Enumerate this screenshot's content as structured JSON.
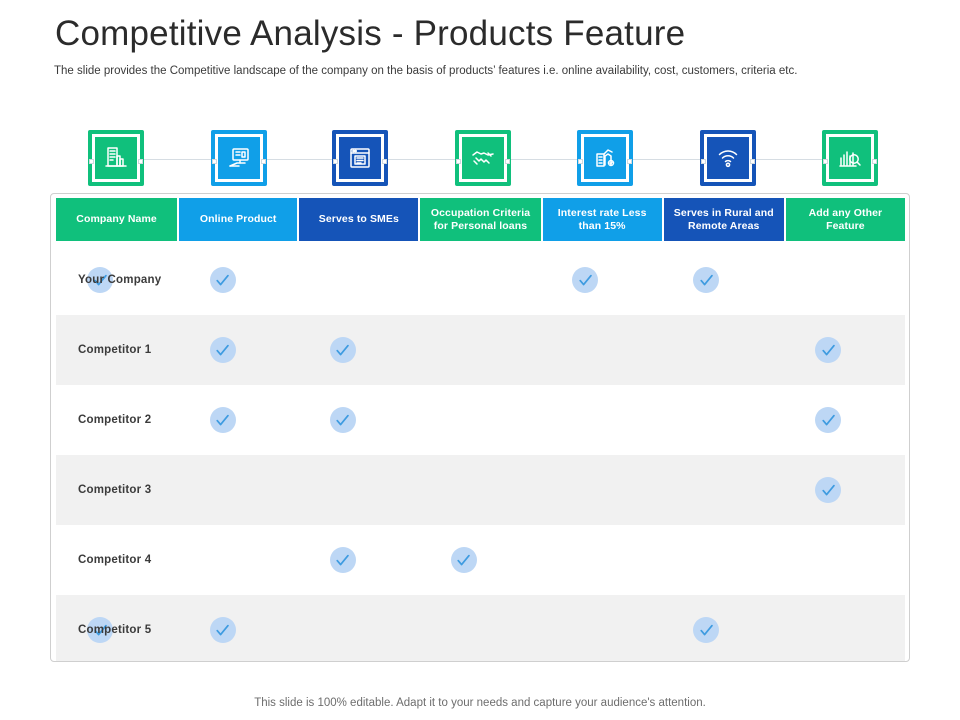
{
  "slide": {
    "title": "Competitive Analysis - Products Feature",
    "subtitle": "The slide provides the Competitive landscape of the company on the basis of products’ features i.e. online availability, cost, customers, criteria etc.",
    "footer": "This slide is 100% editable. Adapt it to your needs and capture your audience's attention."
  },
  "colors": {
    "green": "#10C07C",
    "light_blue": "#109FE8",
    "dark_blue": "#1554B8",
    "check_bg": "#BDD7F5",
    "check_stroke": "#3E9BE0",
    "row_alt": "#F1F1F1",
    "connector": "#D6DDE3",
    "card_border": "#CFCFCF"
  },
  "icon_strip": [
    {
      "name": "building-report-icon",
      "color": "#10C07C"
    },
    {
      "name": "online-product-monitor-icon",
      "color": "#109FE8"
    },
    {
      "name": "sme-window-icon",
      "color": "#1554B8"
    },
    {
      "name": "handshake-icon",
      "color": "#10C07C"
    },
    {
      "name": "interest-rate-chart-icon",
      "color": "#109FE8"
    },
    {
      "name": "wifi-signal-icon",
      "color": "#1554B8"
    },
    {
      "name": "analytics-search-icon",
      "color": "#10C07C"
    }
  ],
  "table": {
    "columns": [
      {
        "label": "Company Name",
        "color": "#10C07C",
        "width": 122
      },
      {
        "label": "Online Product",
        "color": "#109FE8",
        "width": 119
      },
      {
        "label": "Serves to SMEs",
        "color": "#1554B8",
        "width": 120
      },
      {
        "label": "Occupation Criteria for Personal loans",
        "color": "#10C07C",
        "width": 121
      },
      {
        "label": "Interest rate Less than 15%",
        "color": "#109FE8",
        "width": 120
      },
      {
        "label": "Serves in Rural and Remote Areas",
        "color": "#1554B8",
        "width": 121
      },
      {
        "label": "Add any Other Feature",
        "color": "#10C07C",
        "width": 120
      }
    ],
    "rows": [
      {
        "label": "Your Company",
        "checks": [
          true,
          true,
          false,
          false,
          true,
          true,
          false
        ]
      },
      {
        "label": "Competitor 1",
        "checks": [
          false,
          true,
          true,
          false,
          false,
          false,
          true
        ]
      },
      {
        "label": "Competitor 2",
        "checks": [
          false,
          true,
          true,
          false,
          false,
          false,
          true
        ]
      },
      {
        "label": "Competitor 3",
        "checks": [
          false,
          false,
          false,
          false,
          false,
          false,
          true
        ]
      },
      {
        "label": "Competitor 4",
        "checks": [
          false,
          false,
          true,
          true,
          false,
          false,
          false
        ]
      },
      {
        "label": "Competitor 5",
        "checks": [
          true,
          true,
          false,
          false,
          false,
          true,
          false
        ]
      }
    ]
  }
}
